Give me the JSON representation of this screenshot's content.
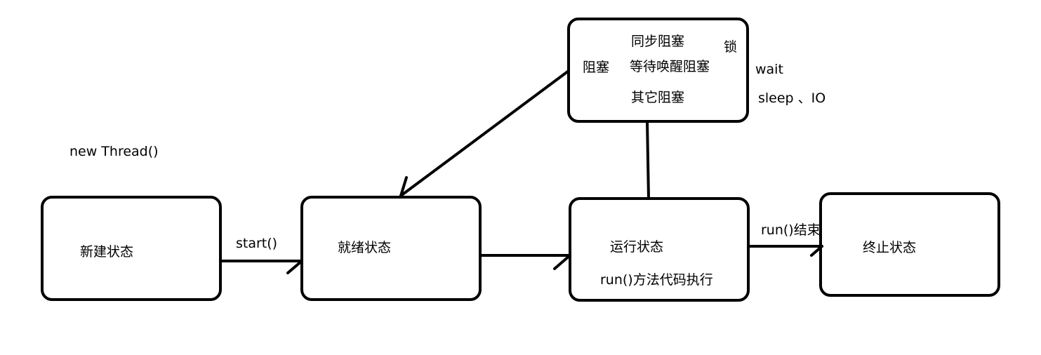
{
  "states": {
    "new": "新建状态",
    "ready": "就绪状态",
    "running": "运行状态",
    "running_note": "run()方法代码执行",
    "terminated": "终止状态"
  },
  "blocked": {
    "title": "阻塞",
    "sync": "同步阻塞",
    "wait": "等待唤醒阻塞",
    "other": "其它阻塞"
  },
  "annotations": {
    "new_thread": "new Thread()",
    "start": "start()",
    "run_end": "run()结束",
    "lock": "锁",
    "wait": "wait",
    "sleep_io": "sleep 、IO"
  }
}
